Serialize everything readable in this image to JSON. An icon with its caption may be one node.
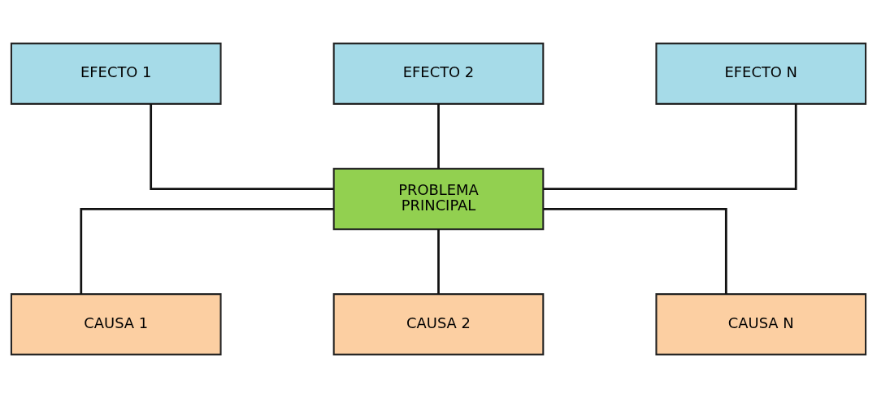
{
  "diagram": {
    "nodes": [
      {
        "text": [
          "EFECTO 1"
        ]
      },
      {
        "text": [
          "EFECTO 2"
        ]
      },
      {
        "text": [
          "EFECTO N"
        ]
      },
      {
        "text": [
          "PROBLEMA PRINCIPAL"
        ]
      },
      {
        "text": [
          "CAUSA 1"
        ]
      },
      {
        "text": [
          "CAUSA 2"
        ]
      },
      {
        "text": [
          "CAUSA N"
        ]
      }
    ],
    "edges": [
      {
        "from": 0,
        "to": 3,
        "arrow": "none"
      },
      {
        "from": 1,
        "to": 3,
        "arrow": "none"
      },
      {
        "from": 2,
        "to": 3,
        "arrow": "none"
      },
      {
        "from": 3,
        "to": 4,
        "arrow": "none"
      },
      {
        "from": 3,
        "to": 5,
        "arrow": "none"
      },
      {
        "from": 3,
        "to": 6,
        "arrow": "none"
      }
    ]
  }
}
